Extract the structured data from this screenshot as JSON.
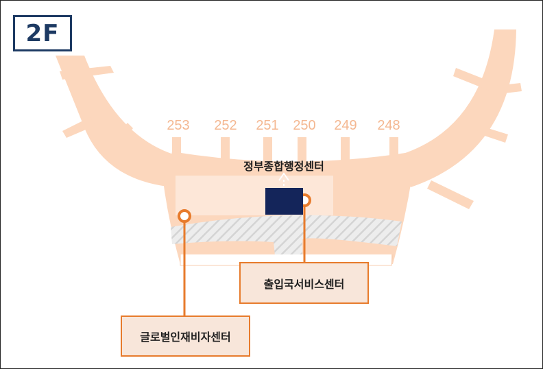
{
  "floor": {
    "label": "2F"
  },
  "gates": [
    "253",
    "252",
    "251",
    "250",
    "249",
    "248"
  ],
  "locations": {
    "government_center": "정부종합행정센터",
    "immigration_center": "출입국서비스센터",
    "global_talent_center": "글로벌인재비자센터"
  },
  "colors": {
    "terminal": "#fcd7bd",
    "gate_label": "#f4b892",
    "marker": "#e77b2c",
    "navy": "#14255a",
    "badge": "#1d3a63",
    "label_box_fill": "#f8e6da",
    "hatch": "#d8d8d8"
  }
}
